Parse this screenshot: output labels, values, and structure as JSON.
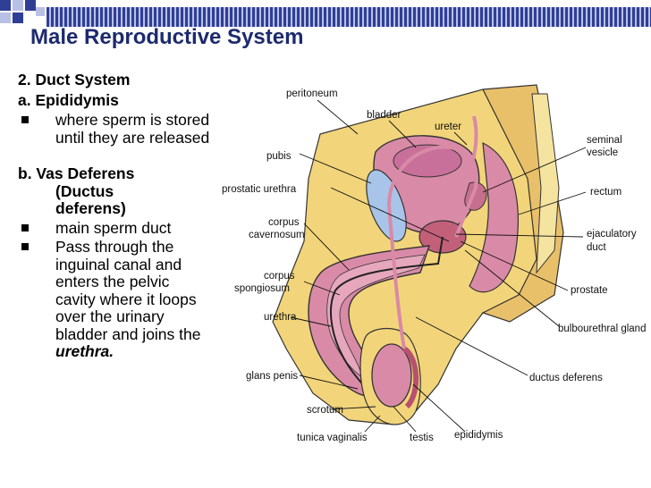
{
  "slide": {
    "title": "Male Reproductive System",
    "heading": "2. Duct System",
    "section_a": "a. Epididymis",
    "bullets_a": [
      "where sperm is stored until they are released"
    ],
    "section_b_line1": "b. Vas Deferens",
    "section_b_line2": "(Ductus deferens)",
    "bullets_b": [
      "main sperm duct",
      "Pass through the inguinal canal and enters the pelvic cavity where it loops over the urinary bladder and joins the"
    ],
    "bullets_b_em": "urethra."
  },
  "diagram": {
    "labels": {
      "peritoneum": "peritoneum",
      "bladder": "bladder",
      "ureter": "ureter",
      "seminal_vesicle_1": "seminal",
      "seminal_vesicle_2": "vesicle",
      "pubis": "pubis",
      "rectum": "rectum",
      "prostatic_urethra": "prostatic urethra",
      "corpus_cavernosum_1": "corpus",
      "corpus_cavernosum_2": "cavernosum",
      "ejaculatory_duct_1": "ejaculatory",
      "ejaculatory_duct_2": "duct",
      "corpus_spongiosum_1": "corpus",
      "corpus_spongiosum_2": "spongiosum",
      "prostate": "prostate",
      "urethra": "urethra",
      "bulbourethral_gland": "bulbourethral gland",
      "glans_penis": "glans penis",
      "ductus_deferens": "ductus deferens",
      "scrotum": "scrotum",
      "tunica_vaginalis": "tunica vaginalis",
      "testis": "testis",
      "epididymis": "epididymis"
    }
  },
  "colors": {
    "title": "#1d2a6e",
    "stripe_dark": "#2f3f96",
    "stripe_light": "#b9c0e6",
    "tissue_yellow": "#f2d57a",
    "organ_pink": "#d98aa6",
    "bone_blue": "#a8c4e8"
  }
}
